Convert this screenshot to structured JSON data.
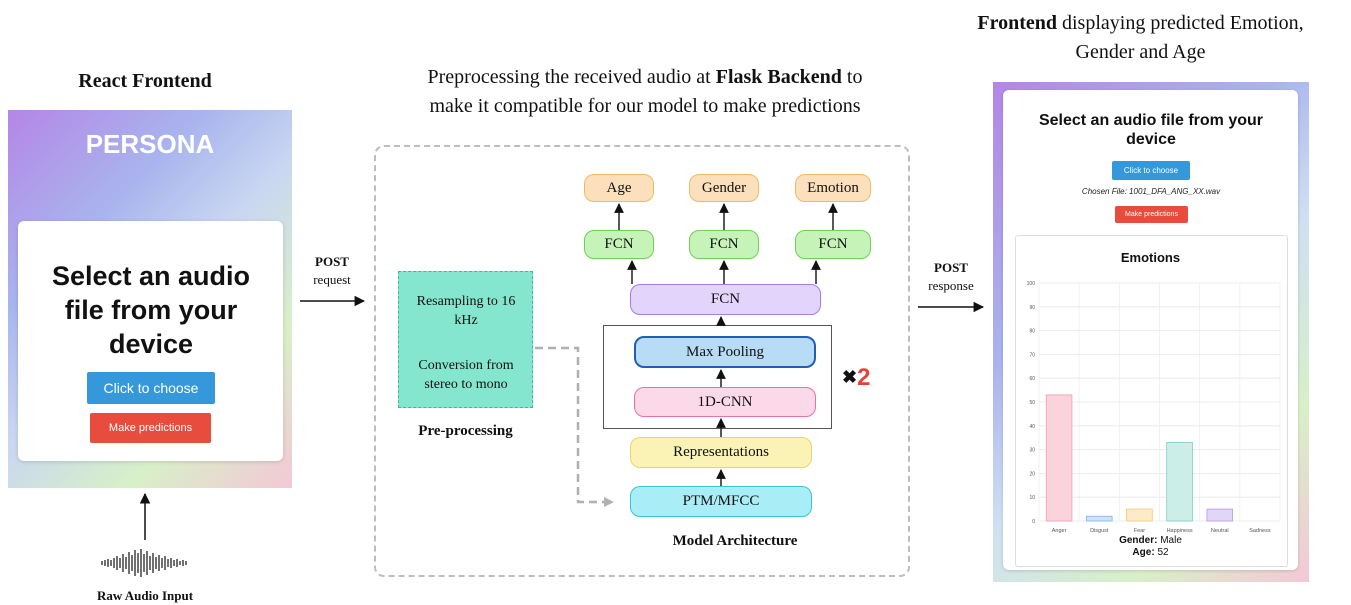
{
  "left": {
    "heading": "React Frontend",
    "app_title": "PERSONA",
    "card_title": "Select an audio file from your device",
    "choose_button": "Click to choose",
    "predict_button": "Make predictions",
    "input_caption": "Raw Audio Input"
  },
  "arrows": {
    "post_request_1": "POST",
    "post_request_2": "request",
    "post_response_1": "POST",
    "post_response_2": "response"
  },
  "center": {
    "heading_line1_pre": "Preprocessing the received audio at ",
    "heading_line1_bold": "Flask Backend",
    "heading_line1_post": " to",
    "heading_line2": "make it compatible for our model to make predictions",
    "pre_step1": "Resampling to 16 kHz",
    "pre_step2": "Conversion from stereo to mono",
    "pre_label": "Pre-processing",
    "model_label": "Model Architecture",
    "out_age": "Age",
    "out_gender": "Gender",
    "out_emotion": "Emotion",
    "fcn": "FCN",
    "fcn_shared": "FCN",
    "max_pooling": "Max Pooling",
    "cnn": "1D-CNN",
    "representations": "Representations",
    "ptm": "PTM/MFCC",
    "repeat_symbol": "✖",
    "repeat_count": "2"
  },
  "right": {
    "heading_bold": "Frontend",
    "heading_rest_line1": " displaying predicted Emotion,",
    "heading_line2": "Gender and Age",
    "card_title": "Select an audio file from your device",
    "choose_button": "Click to choose",
    "chosen_file": "Chosen File: 1001_DFA_ANG_XX.wav",
    "predict_button": "Make predictions",
    "gender_label": "Gender:",
    "gender_value": "Male",
    "age_label": "Age:",
    "age_value": "52"
  },
  "chart_data": {
    "type": "bar",
    "title": "Emotions",
    "categories": [
      "Anger",
      "Disgust",
      "Fear",
      "Happiness",
      "Neutral",
      "Sadness"
    ],
    "values": [
      53,
      2,
      5,
      33,
      5,
      0
    ],
    "ylim": [
      0,
      100
    ],
    "yticks": [
      0,
      10,
      20,
      30,
      40,
      50,
      60,
      70,
      80,
      90,
      100
    ],
    "grid": true,
    "colors": {
      "fill": [
        "#fbd3dc",
        "#cfe3f5",
        "#fdebc8",
        "#cdeee8",
        "#e2d6f7",
        "#eeeeee"
      ],
      "stroke": [
        "#f49bb0",
        "#7fb6e6",
        "#f7c870",
        "#79cfc0",
        "#b79be9",
        "#cccccc"
      ]
    }
  },
  "colors": {
    "accent_blue": "#3498db",
    "accent_red": "#e74c3c",
    "repeat_red": "#e8413c"
  }
}
